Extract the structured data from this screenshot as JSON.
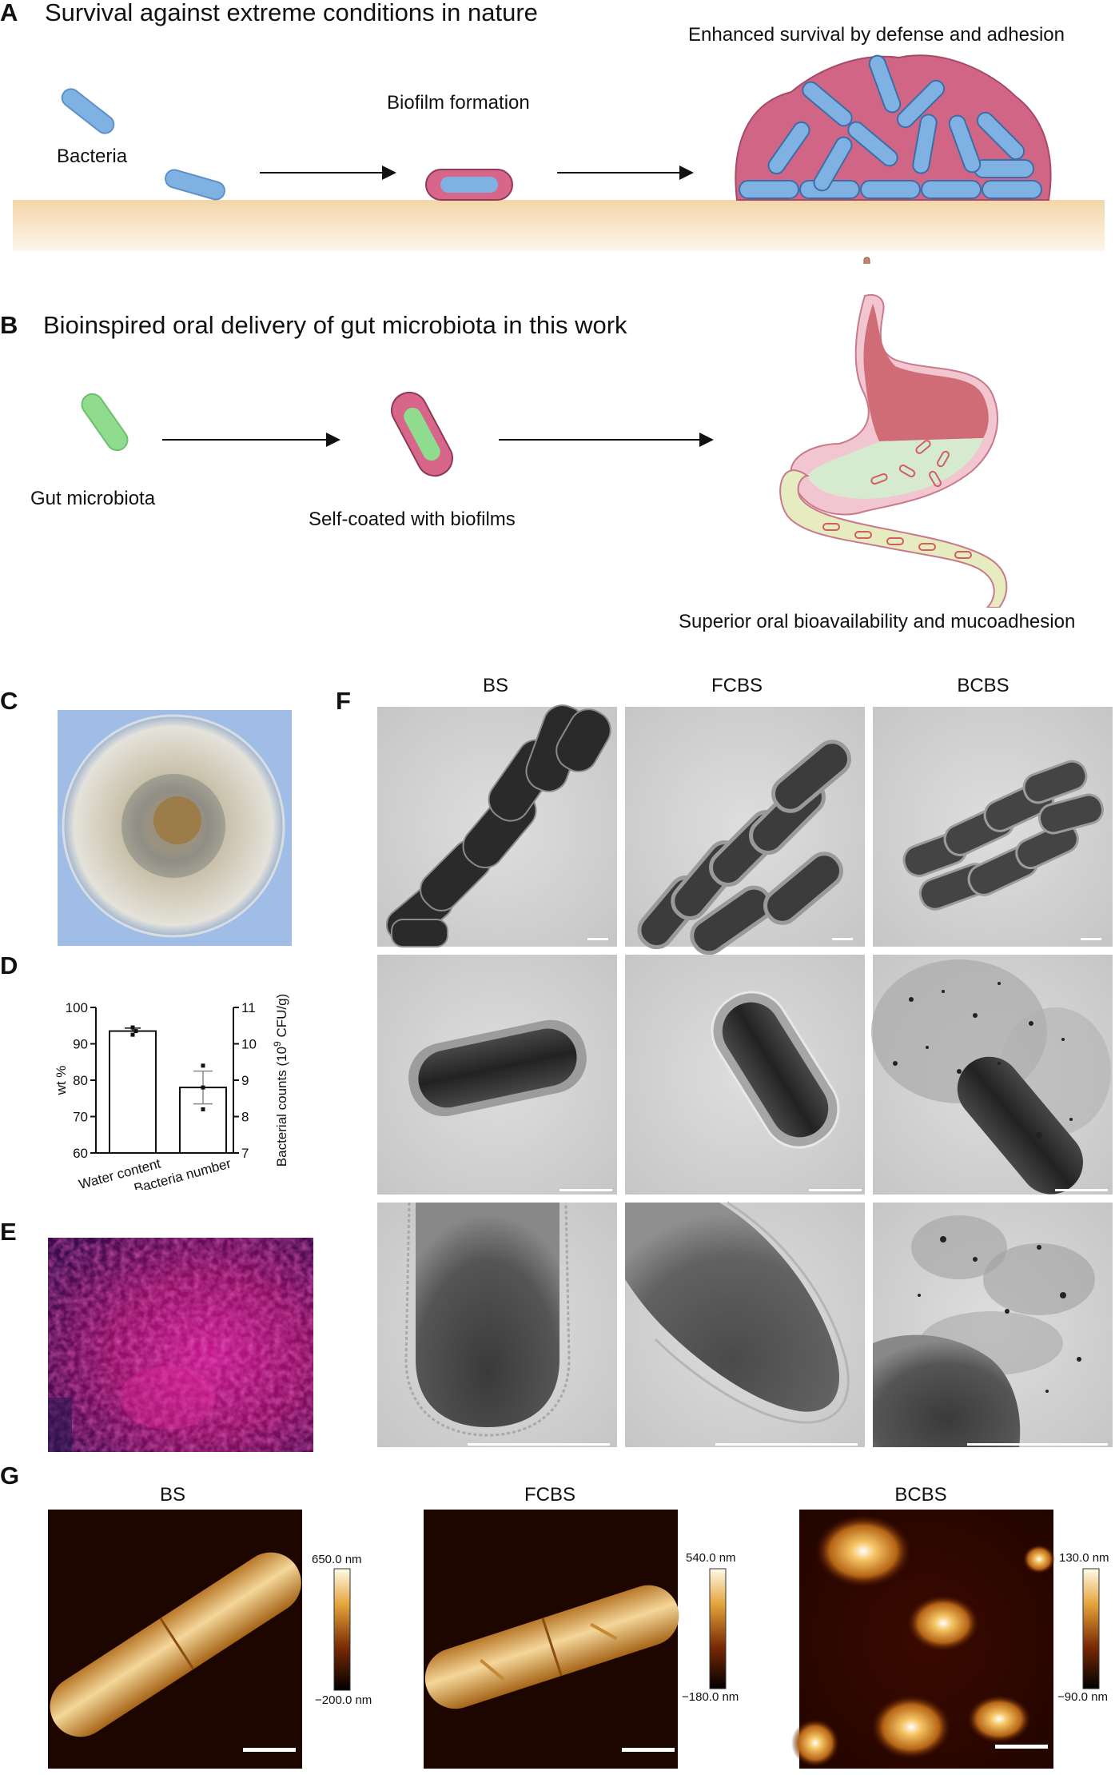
{
  "panel_a": {
    "letter": "A",
    "title": "Survival against extreme conditions in nature",
    "bacteria_label": "Bacteria",
    "biofilm_formation_label": "Biofilm formation",
    "enhanced_label": "Enhanced survival by defense and adhesion"
  },
  "panel_b": {
    "letter": "B",
    "title": "Bioinspired oral delivery of gut microbiota in this work",
    "gut_label": "Gut microbiota",
    "selfcoated_label": "Self-coated with biofilms",
    "superior_label": "Superior oral bioavailability and mucoadhesion"
  },
  "panel_c": {
    "letter": "C"
  },
  "panel_d": {
    "letter": "D"
  },
  "panel_e": {
    "letter": "E"
  },
  "panel_f": {
    "letter": "F",
    "columns": [
      "BS",
      "FCBS",
      "BCBS"
    ]
  },
  "panel_g": {
    "letter": "G",
    "images": [
      {
        "title": "BS",
        "max": "650.0 nm",
        "min": "−200.0 nm"
      },
      {
        "title": "FCBS",
        "max": "540.0 nm",
        "min": "−180.0 nm"
      },
      {
        "title": "BCBS",
        "max": "130.0 nm",
        "min": "−90.0 nm"
      }
    ]
  },
  "chart_data": {
    "type": "bar",
    "categories": [
      "Water content",
      "Bacteria number"
    ],
    "series": [
      {
        "name": "wt %",
        "axis": "left",
        "values": [
          93.5,
          null
        ]
      },
      {
        "name": "Bacterial counts (10⁹ CFU/g)",
        "axis": "right",
        "values": [
          null,
          8.8
        ]
      }
    ],
    "points": [
      [
        94.5,
        93.5,
        92.5
      ],
      [
        9.4,
        8.8,
        8.2
      ]
    ],
    "errors": [
      0.8,
      0.45
    ],
    "ylabel": "wt %",
    "ylabel_right_main": "Bacterial counts (10",
    "ylabel_right_sup": "9",
    "ylabel_right_tail": " CFU/g)",
    "ylim": [
      60,
      100
    ],
    "yticks": [
      "60",
      "70",
      "80",
      "90",
      "100"
    ],
    "ylim_right": [
      7,
      11
    ],
    "yticks_right": [
      "7",
      "8",
      "9",
      "10",
      "11"
    ]
  },
  "colors": {
    "bacteria_blue": "#7fb2e3",
    "biofilm_pink": "#c85a78",
    "gut_green": "#8fdc8f",
    "ground": "#f5d9b0"
  }
}
